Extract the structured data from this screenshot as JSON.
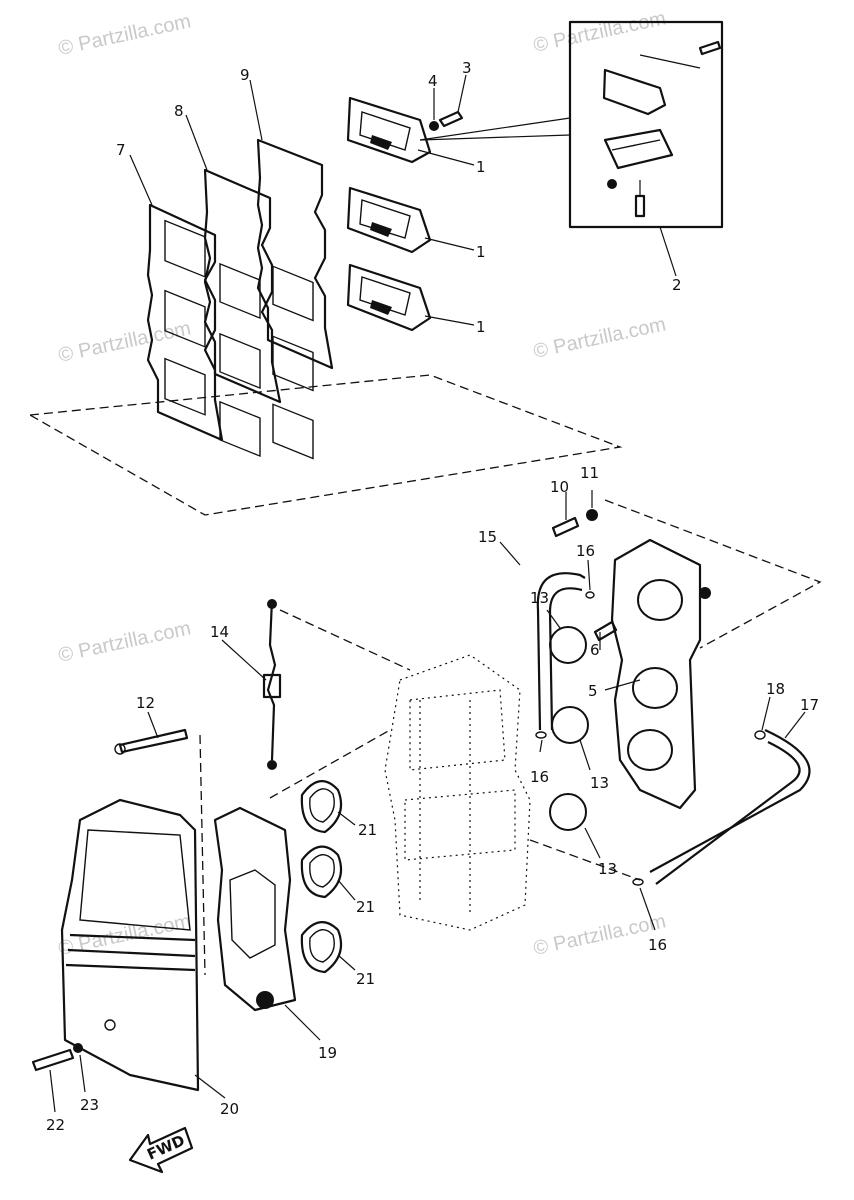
{
  "watermark": "© Partzilla.com",
  "fwd_label": "FWD",
  "callouts": {
    "c1a": "1",
    "c1b": "1",
    "c1c": "1",
    "c2": "2",
    "c3": "3",
    "c4": "4",
    "c5": "5",
    "c6": "6",
    "c7": "7",
    "c8": "8",
    "c9": "9",
    "c10": "10",
    "c11": "11",
    "c12": "12",
    "c13a": "13",
    "c13b": "13",
    "c13c": "13",
    "c14": "14",
    "c15": "15",
    "c16a": "16",
    "c16b": "16",
    "c16c": "16",
    "c17": "17",
    "c18": "18",
    "c19": "19",
    "c20": "20",
    "c21a": "21",
    "c21b": "21",
    "c21c": "21",
    "c22": "22",
    "c23": "23"
  }
}
